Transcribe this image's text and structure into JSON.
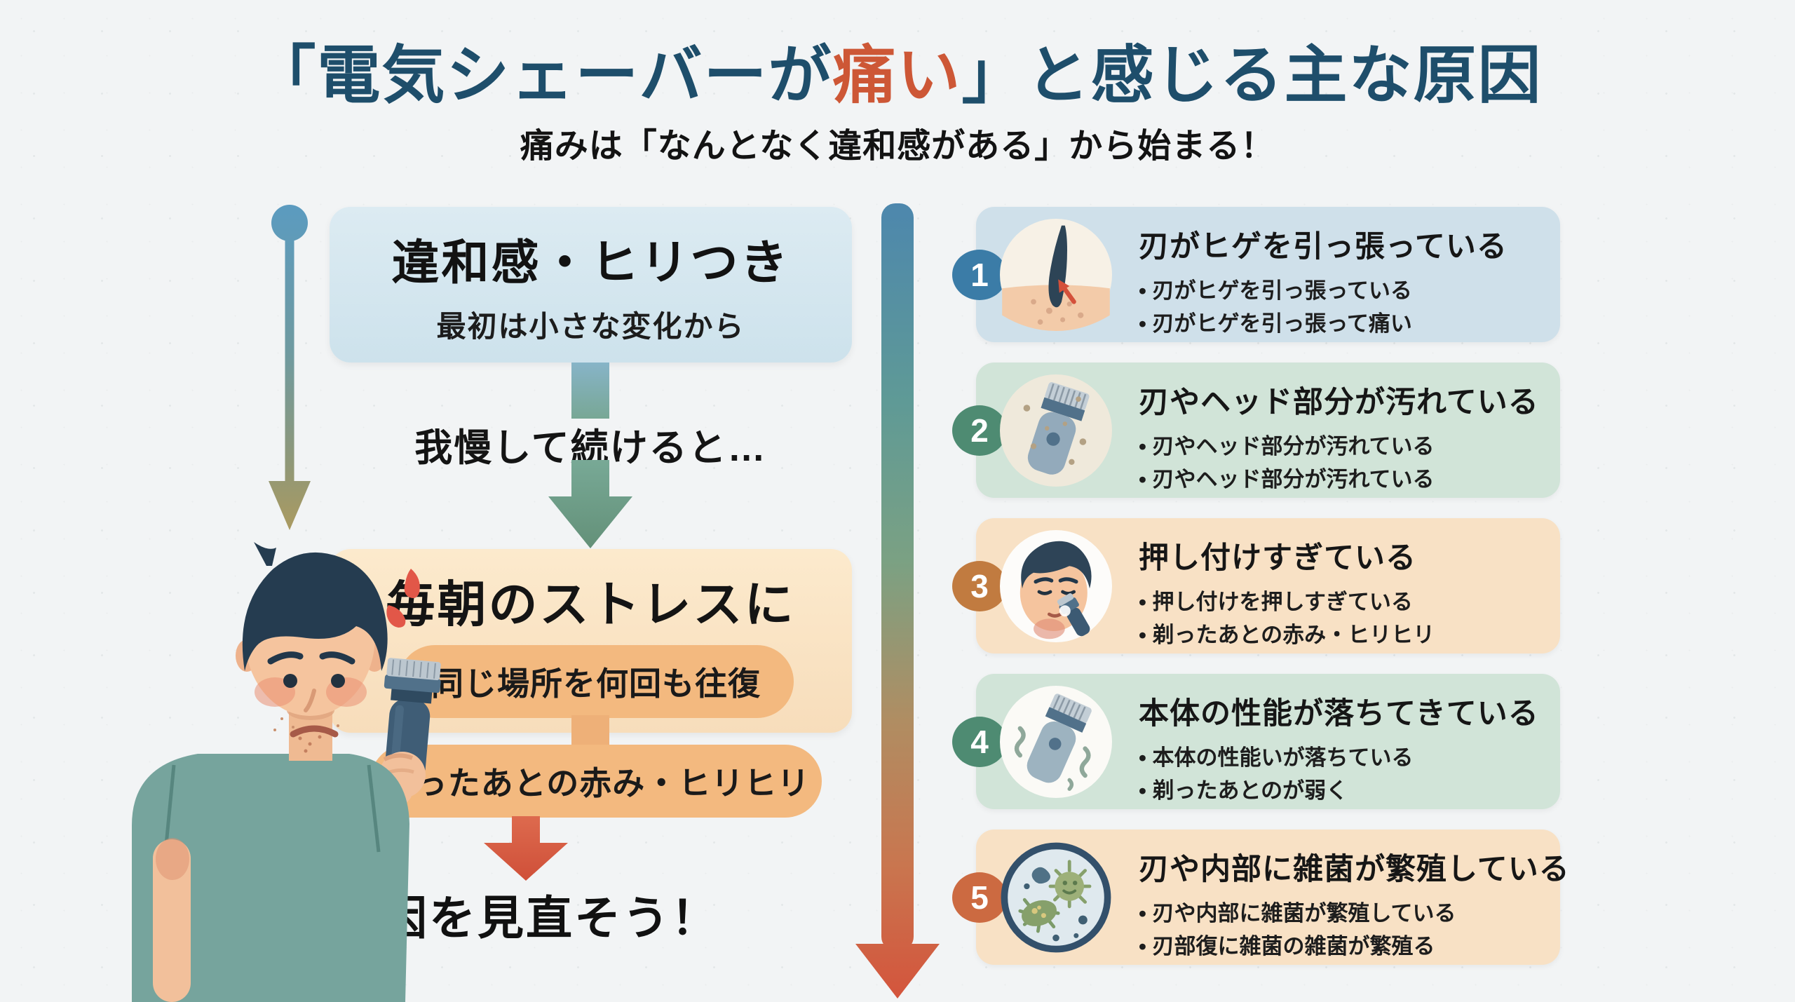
{
  "header": {
    "title_pre": "「電気シェーバーが",
    "title_highlight": "痛い",
    "title_post": "」と感じる主な原因",
    "subtitle": "痛みは「なんとなく違和感がある」から始まる！"
  },
  "flow": {
    "stage1": {
      "heading": "違和感・ヒリつき",
      "subheading": "最初は小さな変化から"
    },
    "transition_text": "我慢して続けると…",
    "stage2": {
      "heading": "毎朝のストレスに",
      "pills": [
        "同じ場所を何回も往復",
        "剃ったあとの赤み・ヒリヒリ"
      ]
    },
    "conclusion_text": "原因を見直そう！"
  },
  "causes": [
    {
      "number": "1",
      "title": "刃がヒゲを引っ張っている",
      "icon": "hair-follicle-icon",
      "bullets": [
        "刃がヒゲを引っ張っている",
        "刃がヒゲを引っ張って痛い"
      ],
      "card_color": "#cfe0ea",
      "badge_color": "#3b7ca7"
    },
    {
      "number": "2",
      "title": "刃やヘッド部分が汚れている",
      "icon": "dirty-shaver-icon",
      "bullets": [
        "刃やヘッド部分が汚れている",
        "刃やヘッド部分が汚れている"
      ],
      "card_color": "#d1e4d8",
      "badge_color": "#4e8b72"
    },
    {
      "number": "3",
      "title": "押し付けすぎている",
      "icon": "shaving-face-icon",
      "bullets": [
        "押し付けを押しすぎている",
        "剃ったあとの赤み・ヒリヒリ"
      ],
      "card_color": "#f8e1c5",
      "badge_color": "#c17b40"
    },
    {
      "number": "4",
      "title": "本体の性能が落ちてきている",
      "icon": "weak-shaver-icon",
      "bullets": [
        "本体の性能いが落ちている",
        "剃ったあとのが弱く"
      ],
      "card_color": "#d1e4d8",
      "badge_color": "#4e8b72"
    },
    {
      "number": "5",
      "title": "刃や内部に雑菌が繁殖している",
      "icon": "germs-icon",
      "bullets": [
        "刃や内部に雑菌が繁殖している",
        "刃部復に雑菌の雑菌が繁殖る"
      ],
      "card_color": "#f8dfc2",
      "badge_color": "#cc6a41"
    }
  ],
  "colors": {
    "background": "#f2f4f5",
    "title_text": "#1e4e6b",
    "title_highlight": "#cd5736",
    "stage1_box": "#d5e6ef",
    "stage2_box": "#f9e3c4",
    "pill": "#f3b97f",
    "arrow_gradient_top": "#4d87ad",
    "arrow_gradient_bottom": "#d4543c",
    "teal_arrow": "#6f9c8c",
    "red_arrow": "#d45743"
  }
}
